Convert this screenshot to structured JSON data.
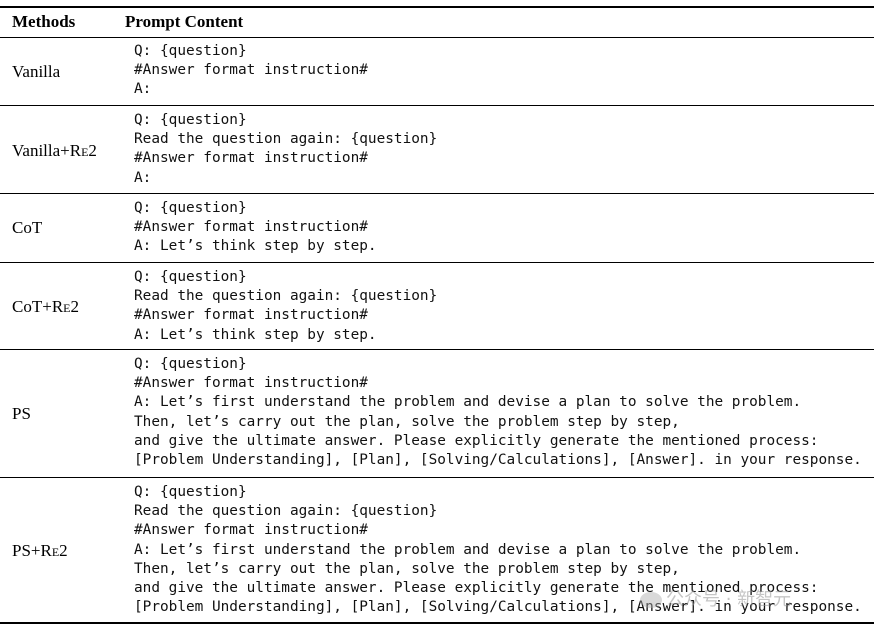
{
  "header": {
    "methods": "Methods",
    "prompt_content": "Prompt Content"
  },
  "rows": [
    {
      "method": "Vanilla",
      "method_sc": "",
      "method_tail": "",
      "lines": [
        "Q: {question}",
        "#Answer format instruction#",
        "A:"
      ]
    },
    {
      "method": "Vanilla+",
      "method_sc": "Re",
      "method_tail": "2",
      "lines": [
        "Q: {question}",
        "Read the question again: {question}",
        "#Answer format instruction#",
        "A:"
      ]
    },
    {
      "method": "CoT",
      "method_sc": "",
      "method_tail": "",
      "lines": [
        "Q: {question}",
        "#Answer format instruction#",
        "A: Let’s think step by step."
      ]
    },
    {
      "method": "CoT+",
      "method_sc": "Re",
      "method_tail": "2",
      "lines": [
        "Q: {question}",
        "Read the question again: {question}",
        "#Answer format instruction#",
        "A: Let’s think step by step."
      ]
    },
    {
      "method": "PS",
      "method_sc": "",
      "method_tail": "",
      "lines": [
        "Q: {question}",
        "#Answer format instruction#",
        "A: Let’s first understand the problem and devise a plan to solve the problem.",
        "Then, let’s carry out the plan, solve the problem step by step,",
        "and give the ultimate answer. Please explicitly generate the mentioned process:",
        "[Problem Understanding], [Plan], [Solving/Calculations], [Answer]. in your response."
      ]
    },
    {
      "method": "PS+",
      "method_sc": "Re",
      "method_tail": "2",
      "lines": [
        "Q: {question}",
        "Read the question again: {question}",
        "#Answer format instruction#",
        "A: Let’s first understand the problem and devise a plan to solve the problem.",
        "Then, let’s carry out the plan, solve the problem step by step,",
        "and give the ultimate answer. Please explicitly generate the mentioned process:",
        "[Problem Understanding], [Plan], [Solving/Calculations], [Answer]. in your response."
      ]
    }
  ],
  "watermark": "公众号 · 新智元"
}
